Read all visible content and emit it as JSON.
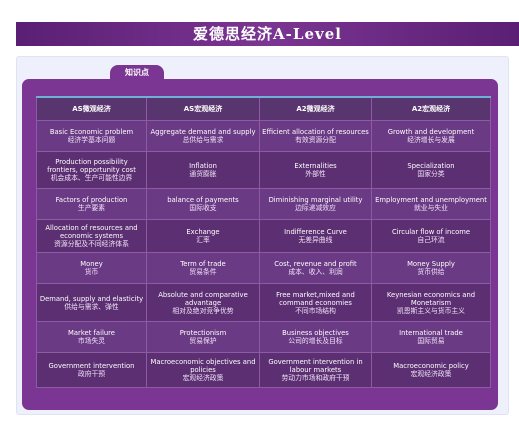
{
  "header": {
    "title": "爱德思经济A-Level"
  },
  "section": {
    "tag": "知识点"
  },
  "table": {
    "columns": [
      "AS微观经济",
      "AS宏观经济",
      "A2微观经济",
      "A2宏观经济"
    ],
    "rows": [
      [
        {
          "en": "Basic Economic problem",
          "zh": "经济学基本问题"
        },
        {
          "en": "Aggregate demand and supply",
          "zh": "总供给与需求"
        },
        {
          "en": "Efficient allocation of resources",
          "zh": "有效资源分配"
        },
        {
          "en": "Growth and development",
          "zh": "经济增长与发展"
        }
      ],
      [
        {
          "en": "Production possibility frontiers, opportunity cost",
          "zh": "机会成本、生产可能性边界"
        },
        {
          "en": "Inflation",
          "zh": "通货膨胀"
        },
        {
          "en": "Externalities",
          "zh": "外部性"
        },
        {
          "en": "Specialization",
          "zh": "国家分类"
        }
      ],
      [
        {
          "en": "Factors of production",
          "zh": "生产要素"
        },
        {
          "en": "balance of payments",
          "zh": "国际收支"
        },
        {
          "en": "Diminishing marginal utility",
          "zh": "边际递减效应"
        },
        {
          "en": "Employment and unemployment",
          "zh": "就业与失业"
        }
      ],
      [
        {
          "en": "Allocation of resources and economic systems",
          "zh": "资源分配及不同经济体系"
        },
        {
          "en": "Exchange",
          "zh": "汇率"
        },
        {
          "en": "Indifference Curve",
          "zh": "无差异曲线"
        },
        {
          "en": "Circular flow of income",
          "zh": "自己环流"
        }
      ],
      [
        {
          "en": "Money",
          "zh": "货币"
        },
        {
          "en": "Term of trade",
          "zh": "贸易条件"
        },
        {
          "en": "Cost, revenue and profit",
          "zh": "成本、收入、利润"
        },
        {
          "en": "Money Supply",
          "zh": "货币供给"
        }
      ],
      [
        {
          "en": "Demand, supply and elasticity",
          "zh": "供给与需求、弹性"
        },
        {
          "en": "Absolute and comparative advantage",
          "zh": "相对及绝对竞争优势"
        },
        {
          "en": "Free market,mixed and command economies",
          "zh": "不同市场结构"
        },
        {
          "en": "Keynesian economics and Monetarism",
          "zh": "凯恩斯主义与货币主义"
        }
      ],
      [
        {
          "en": "Market failure",
          "zh": "市场失灵"
        },
        {
          "en": "Protectionism",
          "zh": "贸易保护"
        },
        {
          "en": "Business objectives",
          "zh": "公司的增长及目标"
        },
        {
          "en": "International trade",
          "zh": "国际贸易"
        }
      ],
      [
        {
          "en": "Government intervention",
          "zh": "政府干预"
        },
        {
          "en": "Macroeconomic objectives and policies",
          "zh": "宏观经济政策"
        },
        {
          "en": "Government intervention in labour markets",
          "zh": "劳动力市场和政府干预"
        },
        {
          "en": "Macroeconomic policy",
          "zh": "宏观经济政策"
        }
      ]
    ]
  },
  "colors": {
    "brand_purple": "#7b3592",
    "header_dark": "#59356f",
    "accent_blue": "#6fb0d8",
    "frame_bg": "#eef1fb"
  }
}
